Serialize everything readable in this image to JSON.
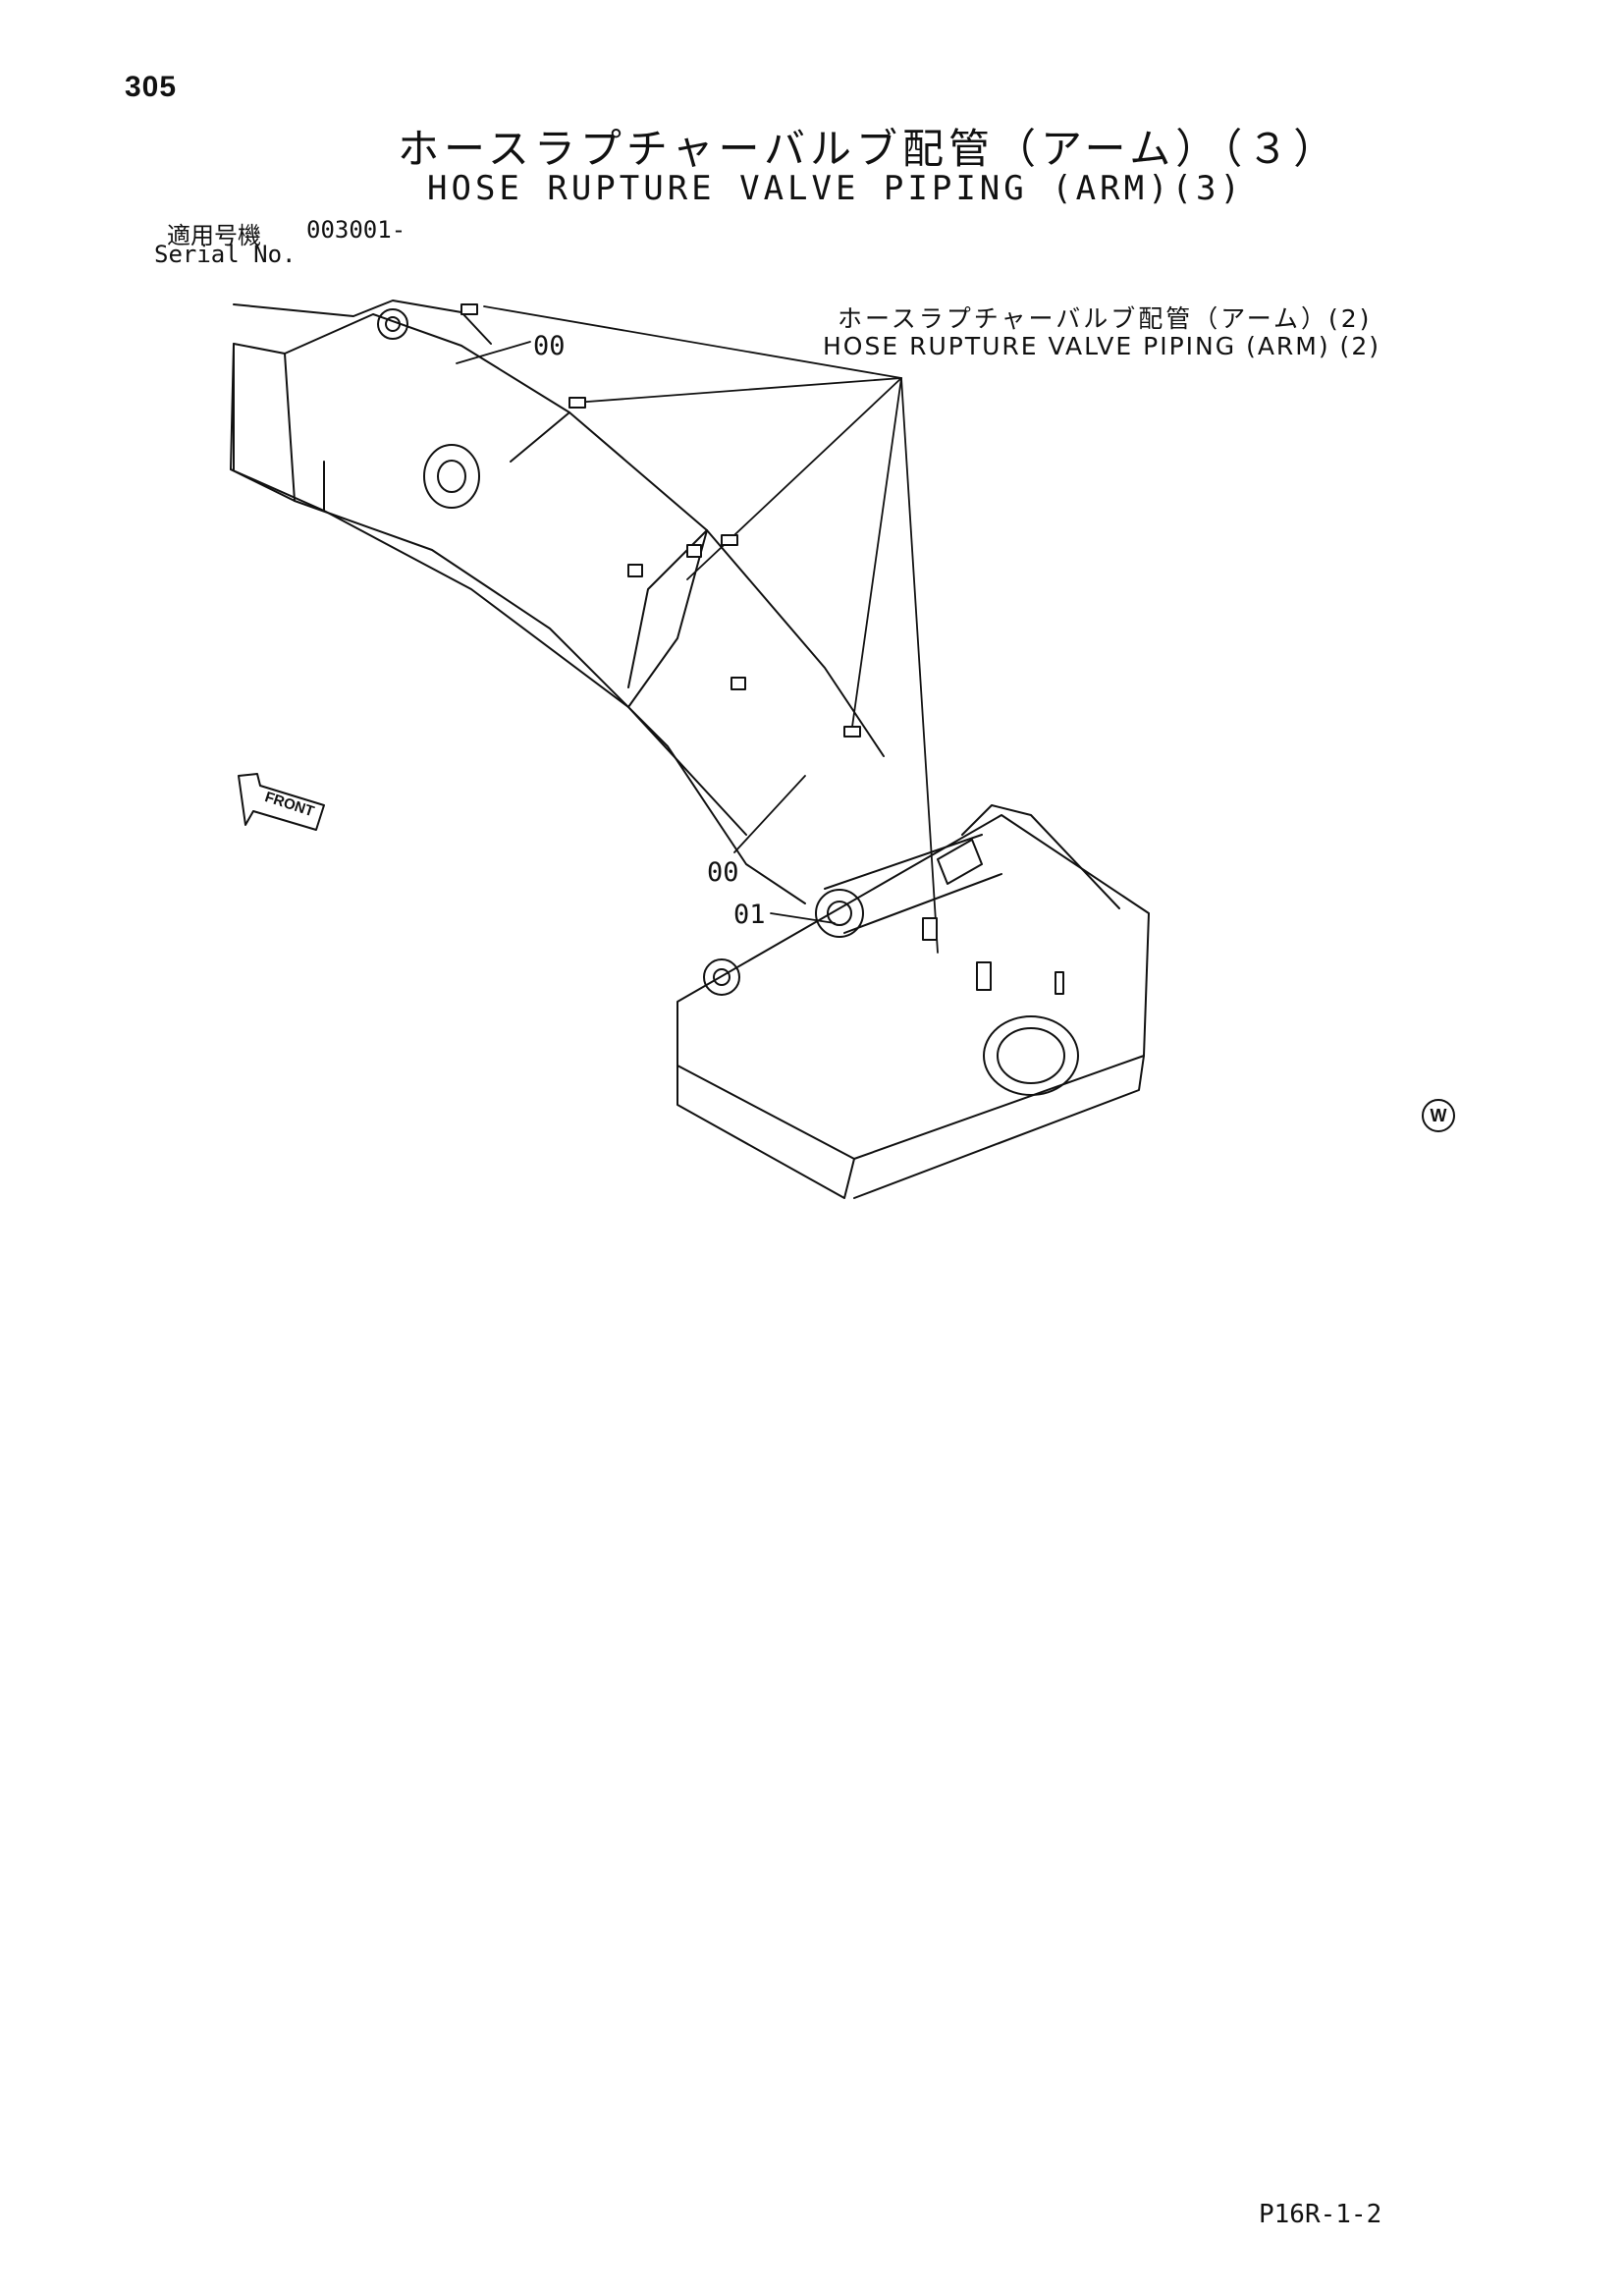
{
  "page_number": "305",
  "title_ja": "ホースラプチャーバルブ配管（アーム）（３）",
  "title_en": "HOSE RUPTURE VALVE PIPING (ARM)(3)",
  "serial": {
    "label_ja": "適用号機",
    "value": "003001-",
    "label_en": "Serial No."
  },
  "reference": {
    "label_ja": "ホースラプチャーバルブ配管（アーム）(2)",
    "label_en": "HOSE RUPTURE VALVE PIPING (ARM) (2)"
  },
  "callouts": [
    "00",
    "00",
    "01"
  ],
  "front_label": "FRONT",
  "w_mark": "W",
  "page_code": "P16R-1-2"
}
